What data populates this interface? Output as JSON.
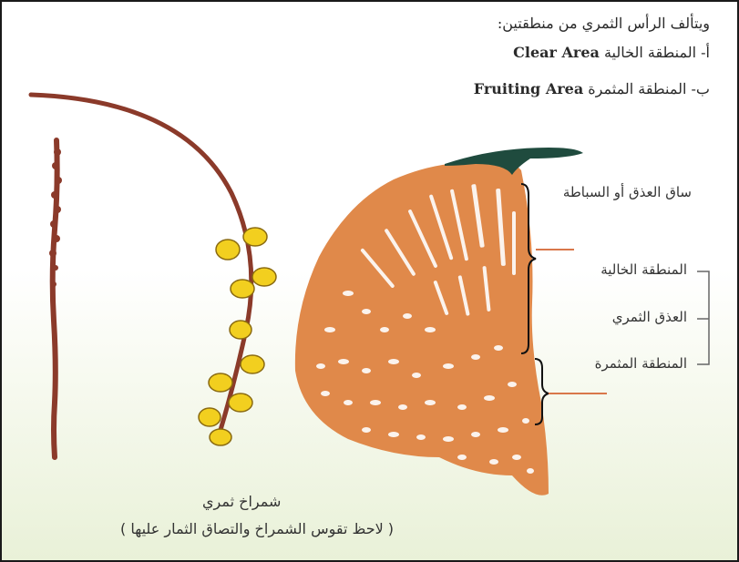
{
  "header": {
    "intro": "ويتألف الرأس الثمري من منطقتين:",
    "item_a_prefix": "أ- المنطقة الخالية",
    "item_a_en": "Clear Area",
    "item_b_prefix": "ب- المنطقة المثمرة",
    "item_b_en": "Fruiting Area"
  },
  "labels": {
    "stalk": "ساق العذق أو السباطة",
    "clear_zone": "المنطقة الخالية",
    "fruit_bunch": "العذق الثمري",
    "fruiting_zone": "المنطقة المثمرة"
  },
  "caption": {
    "title": "شمراخ ثمري",
    "note": "( لاحظ تقوس الشمراخ والتصاق الثمار عليها )"
  },
  "colors": {
    "strand": "#8b3a2a",
    "fruit": "#f2cf1f",
    "bunch": "#e0894a",
    "stalk": "#1f4b3e",
    "leader": "#d9774a"
  }
}
